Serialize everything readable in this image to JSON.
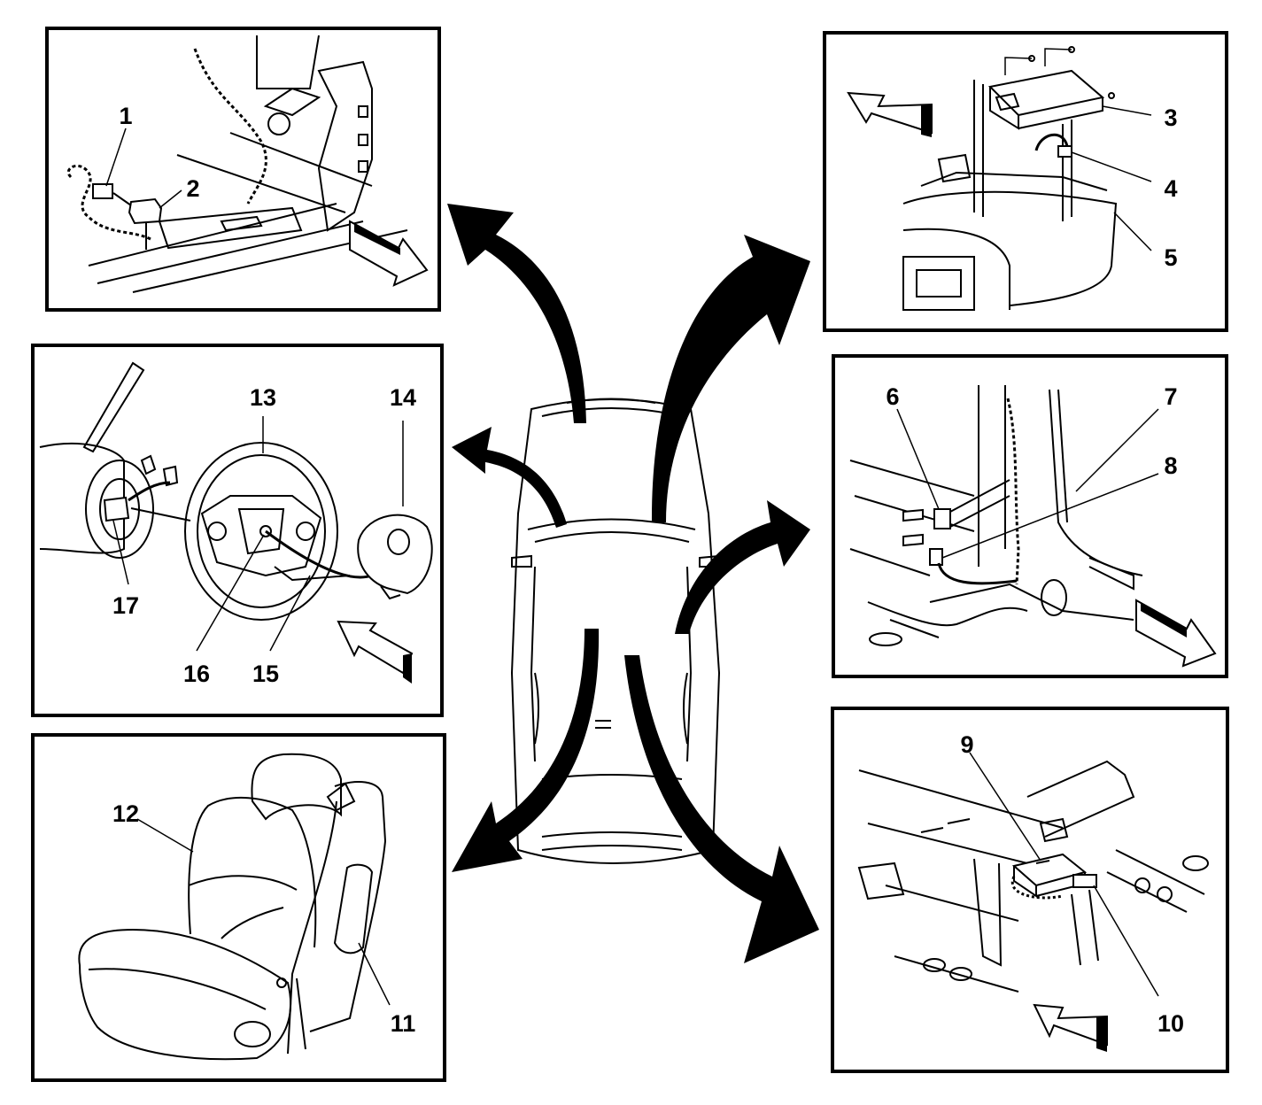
{
  "diagram": {
    "callouts": {
      "c1": "1",
      "c2": "2",
      "c3": "3",
      "c4": "4",
      "c5": "5",
      "c6": "6",
      "c7": "7",
      "c8": "8",
      "c9": "9",
      "c10": "10",
      "c11": "11",
      "c12": "12",
      "c13": "13",
      "c14": "14",
      "c15": "15",
      "c16": "16",
      "c17": "17"
    },
    "colors": {
      "ink": "#000000",
      "paper": "#ffffff"
    },
    "icons": [
      "direction-arrow-icon",
      "curved-pointer-arrow-icon",
      "vehicle-outline-icon"
    ]
  }
}
